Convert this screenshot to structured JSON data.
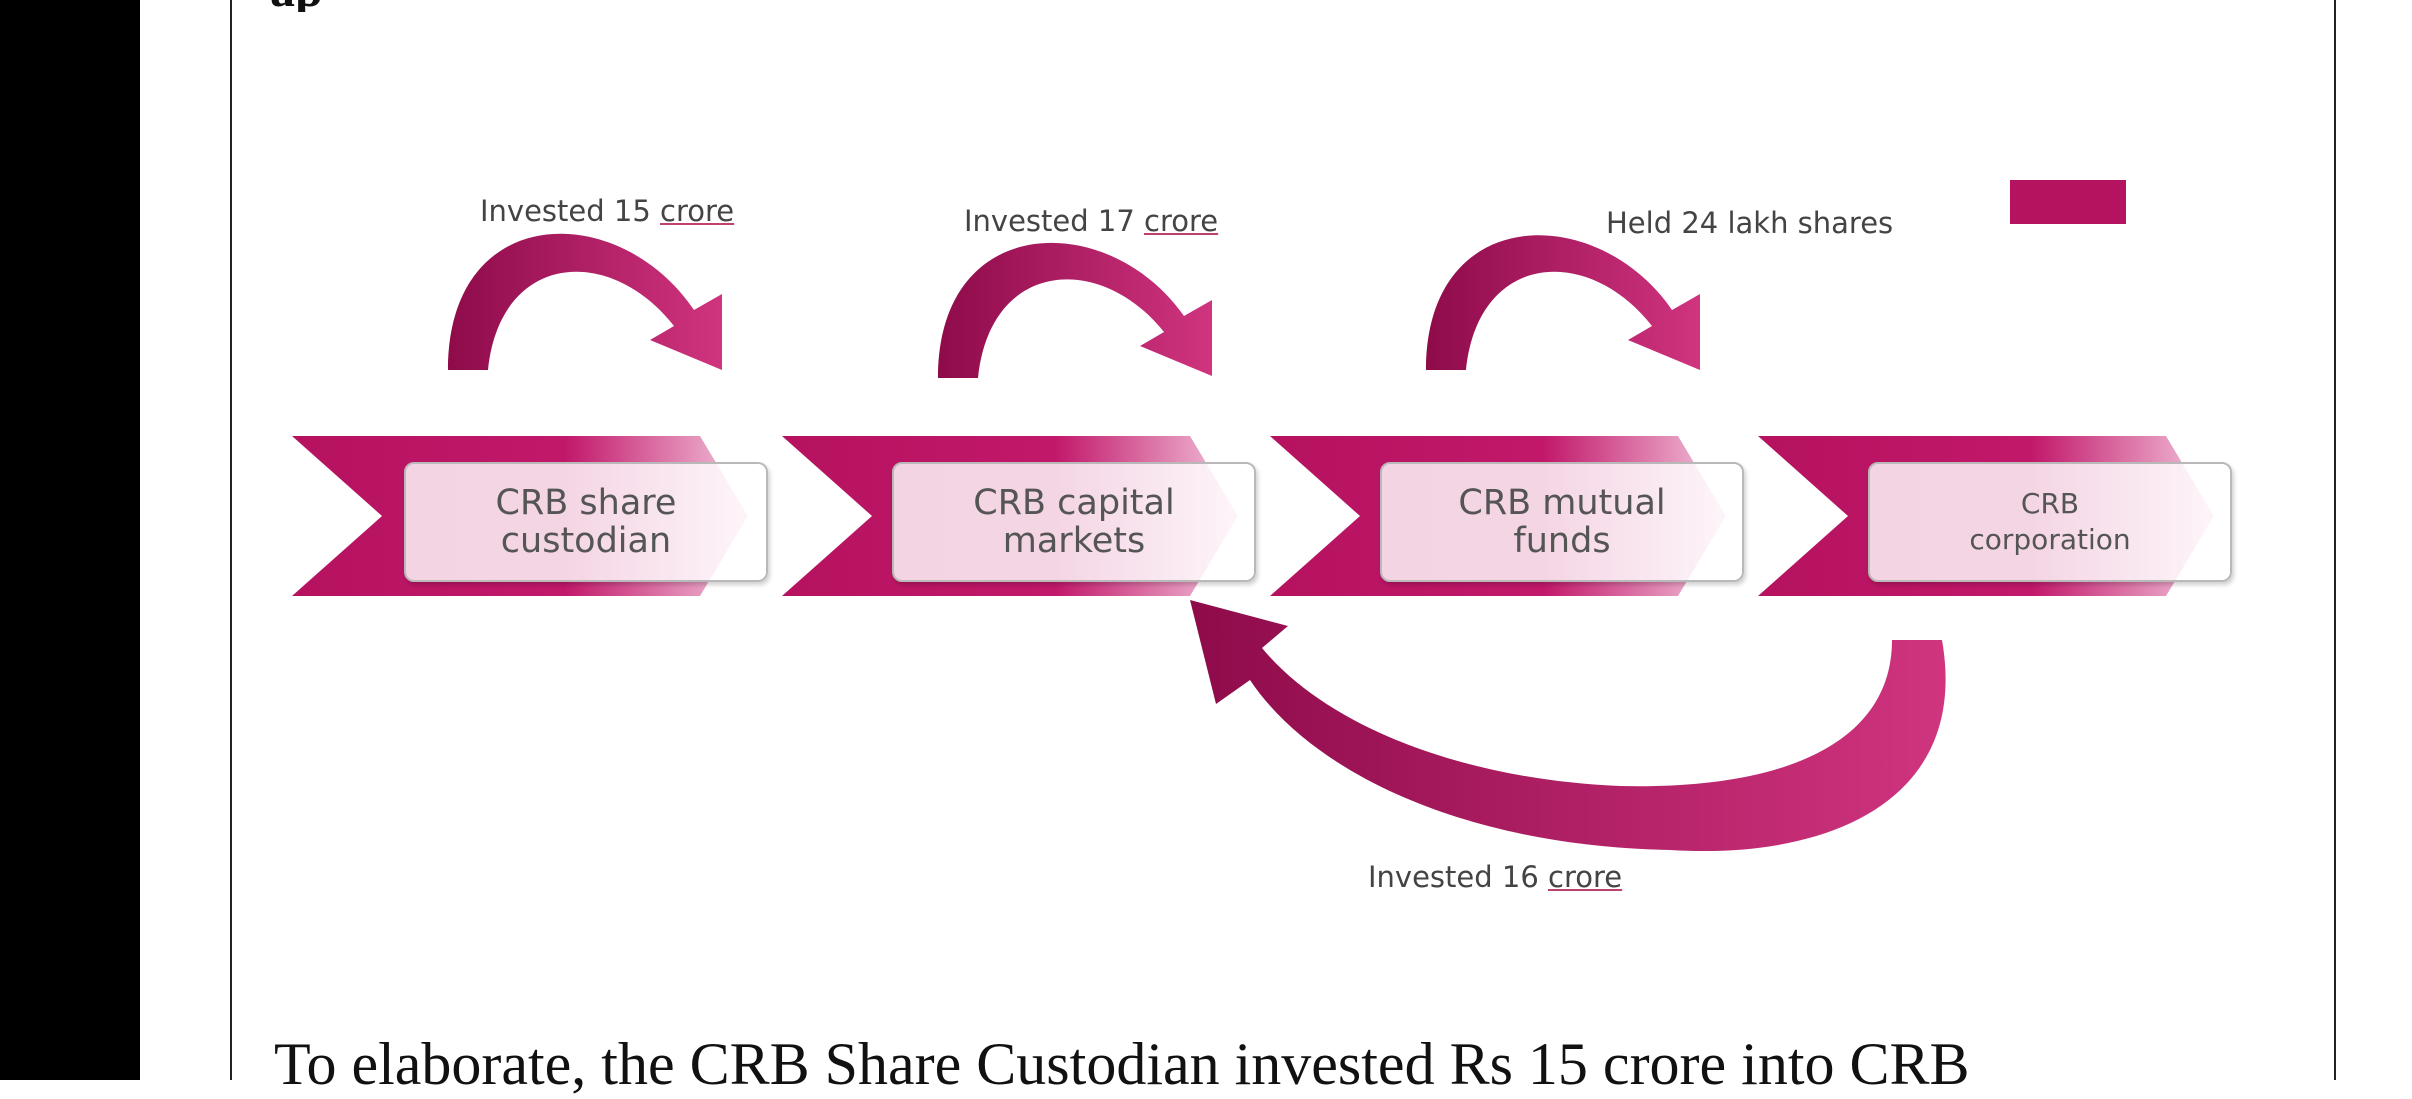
{
  "heading_fragment": "ap",
  "diagram": {
    "entities": [
      {
        "label": "CRB share\ncustodian"
      },
      {
        "label": "CRB capital\nmarkets"
      },
      {
        "label": "CRB mutual\nfunds"
      },
      {
        "label": "CRB\ncorporation"
      }
    ],
    "flows": [
      {
        "prefix": "Invested 15 ",
        "unit": "crore"
      },
      {
        "prefix": "Invested 17 ",
        "unit": "crore"
      },
      {
        "prefix": "Held 24 lakh shares",
        "unit": ""
      },
      {
        "prefix": "Invested 16 ",
        "unit": "crore"
      }
    ],
    "colors": {
      "accent": "#b5125f",
      "accent_light": "#d63a85",
      "box_border": "#b9b9b9",
      "label_text": "#444444"
    }
  },
  "body_text": "To elaborate, the CRB Share Custodian invested Rs 15 crore into CRB"
}
